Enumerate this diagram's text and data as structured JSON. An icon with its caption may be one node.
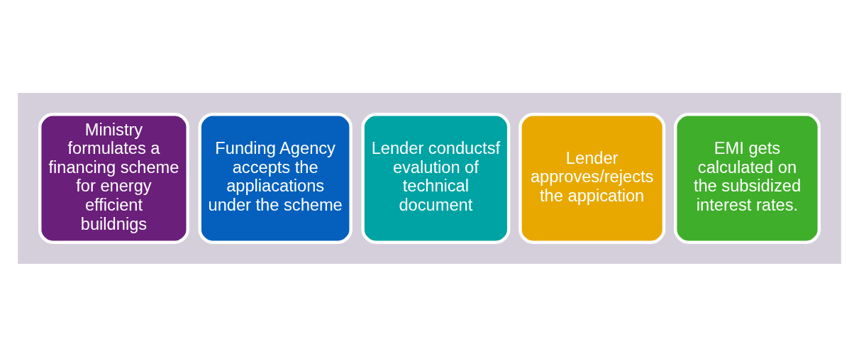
{
  "diagram": {
    "nodes": [
      {
        "text": [],
        "shape": "arrow"
      },
      {
        "text": [
          "Ministry formulates a financing scheme for energy efficient buildnigs"
        ],
        "in": 0
      },
      {
        "text": [
          "Funding Agency accepts the appliacations under the scheme"
        ],
        "in": 0
      },
      {
        "text": [
          "Lender conductsf evalution of technical document"
        ],
        "in": 0
      },
      {
        "text": [
          "Lender approves/rejects the appication"
        ],
        "in": 0
      },
      {
        "text": [
          "EMI gets calculated on the subsidized interest rates."
        ],
        "in": 0
      }
    ]
  }
}
